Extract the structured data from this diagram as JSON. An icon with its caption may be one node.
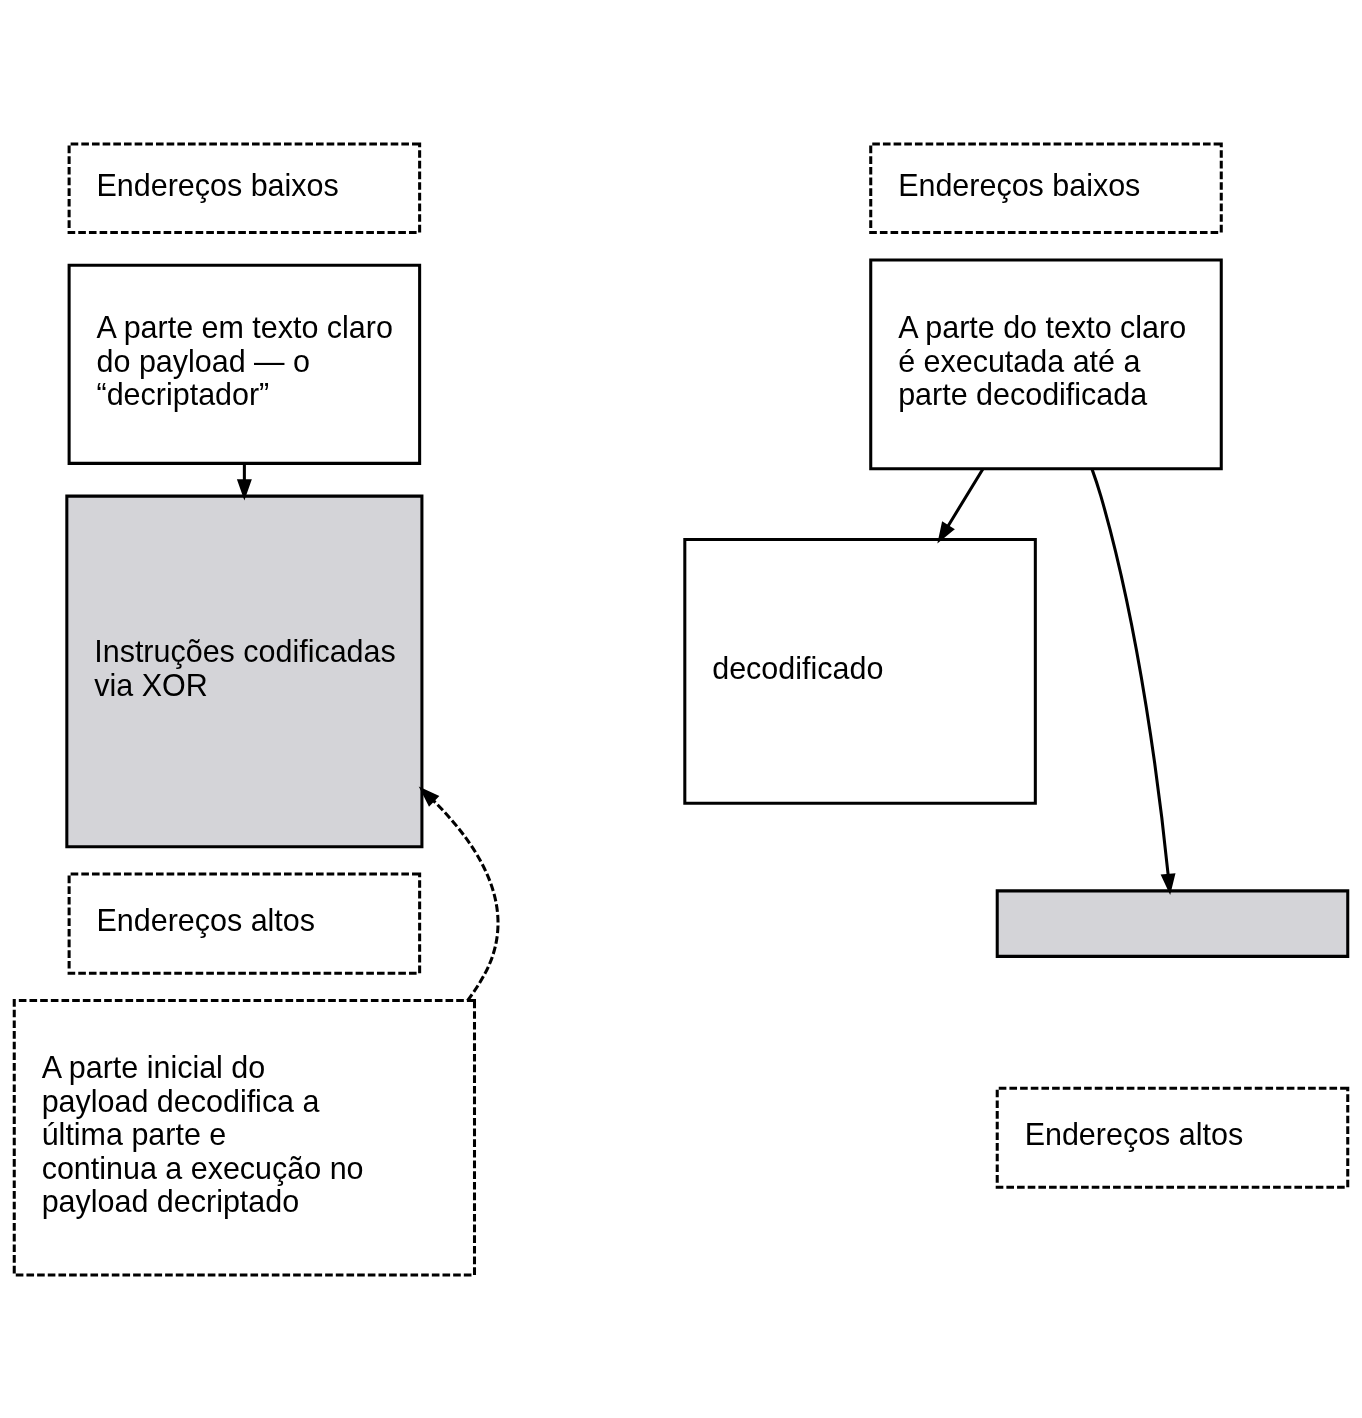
{
  "diagram": {
    "nodes": [
      {
        "text": [
          "Endereços baixos"
        ]
      },
      {
        "text": [
          "A parte em texto claro do payload — o “decriptador”"
        ]
      },
      {
        "text": [
          "Instruções codificadas via XOR"
        ]
      },
      {
        "text": [
          "Endereços altos"
        ]
      },
      {
        "text": [
          "Endereços baixos"
        ]
      },
      {
        "text": [
          "A parte do texto claro é executada até a parte decodificada"
        ]
      },
      {
        "text": [
          "decodificado"
        ]
      },
      {
        "text": [],
        "shape": "box"
      },
      {
        "text": [
          "Endereços altos"
        ]
      },
      {
        "text": [
          "A parte inicial do payload decodifica a última parte e continua a execução no payload decriptado"
        ]
      }
    ],
    "edges": [
      {
        "from": 1,
        "to": 2,
        "arrow": "to"
      },
      {
        "from": 9,
        "to": 2,
        "arrow": "to",
        "style": "dashed"
      },
      {
        "from": 5,
        "to": 6,
        "arrow": "to"
      },
      {
        "from": 5,
        "to": 7,
        "arrow": "to"
      }
    ]
  }
}
